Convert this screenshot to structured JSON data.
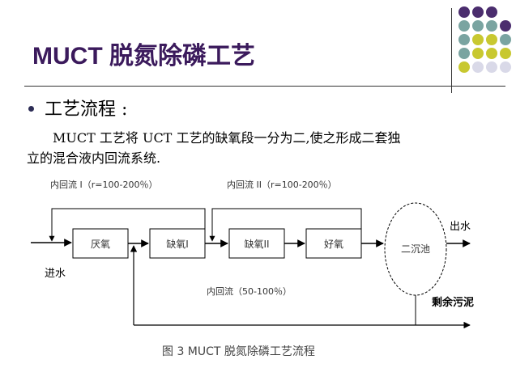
{
  "title": "MUCT 脱氮除磷工艺",
  "bullet": {
    "text": "工艺流程 :"
  },
  "body": {
    "line1": "MUCT  工艺将  UCT  工艺的缺氧段一分为二,使之形成二套独",
    "line2": "立的混合液内回流系统."
  },
  "decor_colors": [
    "#4b2d6e",
    "#7aa4a1",
    "#c8c830",
    "#d9d9e8"
  ],
  "diagram": {
    "recycle1_label": "内回流 I（r=100-200％）",
    "recycle2_label": "内回流 II（r=100-200％）",
    "recycle3_label": "内回流（50-100％）",
    "box_anaerobic": "厌氧",
    "box_anoxic1": "缺氧I",
    "box_anoxic2": "缺氧II",
    "box_aerobic": "好氧",
    "clarifier": "二沉池",
    "inlet": "进水",
    "outlet": "出水",
    "sludge": "剩余污泥",
    "caption": "图 3   MUCT 脱氮除磷工艺流程"
  }
}
